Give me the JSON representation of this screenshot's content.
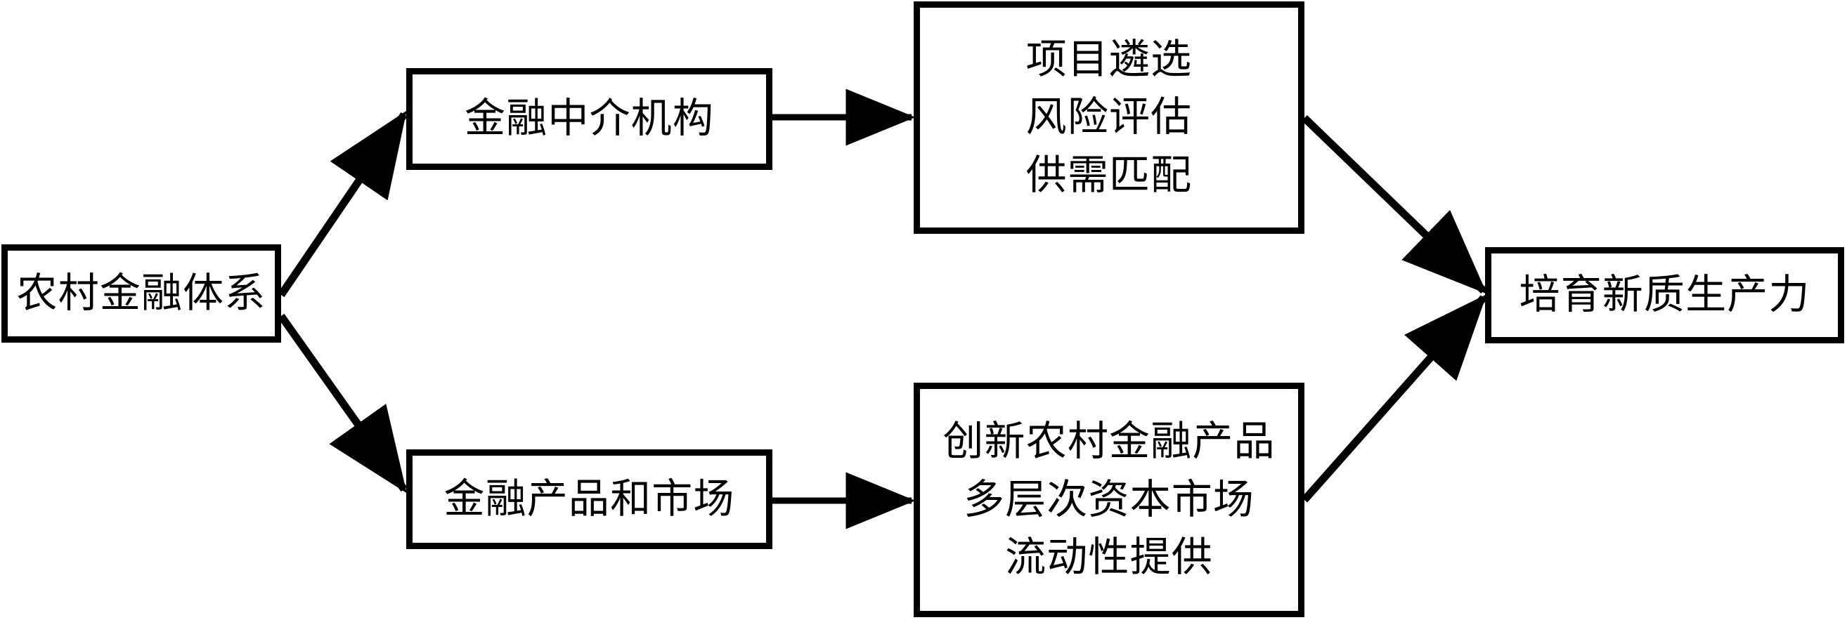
{
  "diagram": {
    "type": "flowchart",
    "orientation": "left-to-right",
    "background_color": "#FFFFFF",
    "stroke_color": "#000000",
    "nodes": [
      {
        "id": "root",
        "label": "农村金融体系",
        "lines": [
          "农村金融体系"
        ]
      },
      {
        "id": "intermediary",
        "label": "金融中介机构",
        "lines": [
          "金融中介机构"
        ]
      },
      {
        "id": "functions",
        "label": "项目遴选 风险评估 供需匹配",
        "lines": [
          "项目遴选",
          "风险评估",
          "供需匹配"
        ]
      },
      {
        "id": "products",
        "label": "金融产品和市场",
        "lines": [
          "金融产品和市场"
        ]
      },
      {
        "id": "market_functions",
        "label": "创新农村金融产品 多层次资本市场 流动性提供",
        "lines": [
          "创新农村金融产品",
          "多层次资本市场",
          "流动性提供"
        ]
      },
      {
        "id": "outcome",
        "label": "培育新质生产力",
        "lines": [
          "培育新质生产力"
        ]
      }
    ],
    "edges": [
      {
        "id": "root-to-intermediary",
        "from": "root",
        "to": "intermediary",
        "style": "diagonal-up",
        "arrow": true
      },
      {
        "id": "root-to-products",
        "from": "root",
        "to": "products",
        "style": "diagonal-down",
        "arrow": true
      },
      {
        "id": "intermediary-to-functions",
        "from": "intermediary",
        "to": "functions",
        "style": "horizontal",
        "arrow": true
      },
      {
        "id": "products-to-market-functions",
        "from": "products",
        "to": "market_functions",
        "style": "horizontal",
        "arrow": true
      },
      {
        "id": "functions-to-outcome",
        "from": "functions",
        "to": "outcome",
        "style": "diagonal-down",
        "arrow": true
      },
      {
        "id": "market-functions-to-outcome",
        "from": "market_functions",
        "to": "outcome",
        "style": "diagonal-up",
        "arrow": true
      }
    ]
  }
}
